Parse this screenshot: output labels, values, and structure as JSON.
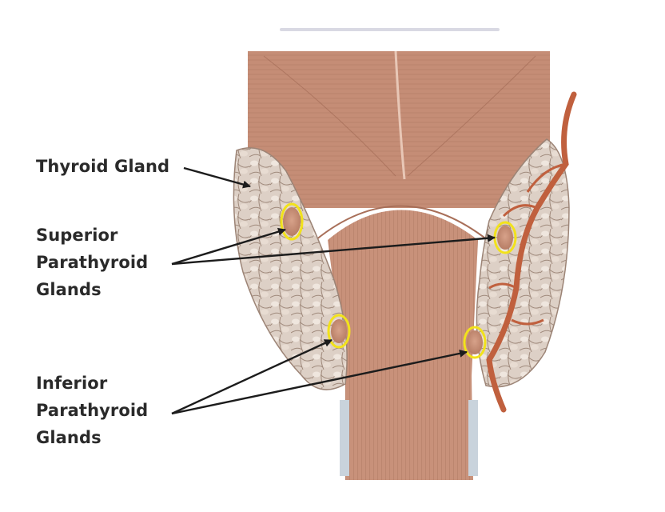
{
  "labels": {
    "thyroid": "Thyroid Gland",
    "superior": [
      "Superior",
      "Parathyroid",
      "Glands"
    ],
    "inferior": [
      "Inferior",
      "Parathyroid",
      "Glands"
    ]
  },
  "colors": {
    "highlight": "#f2e21b",
    "muscle": "#c9927a",
    "gland": "#ddd0c6",
    "vessel": "#c0603e",
    "label_text": "#2a2a2a"
  }
}
